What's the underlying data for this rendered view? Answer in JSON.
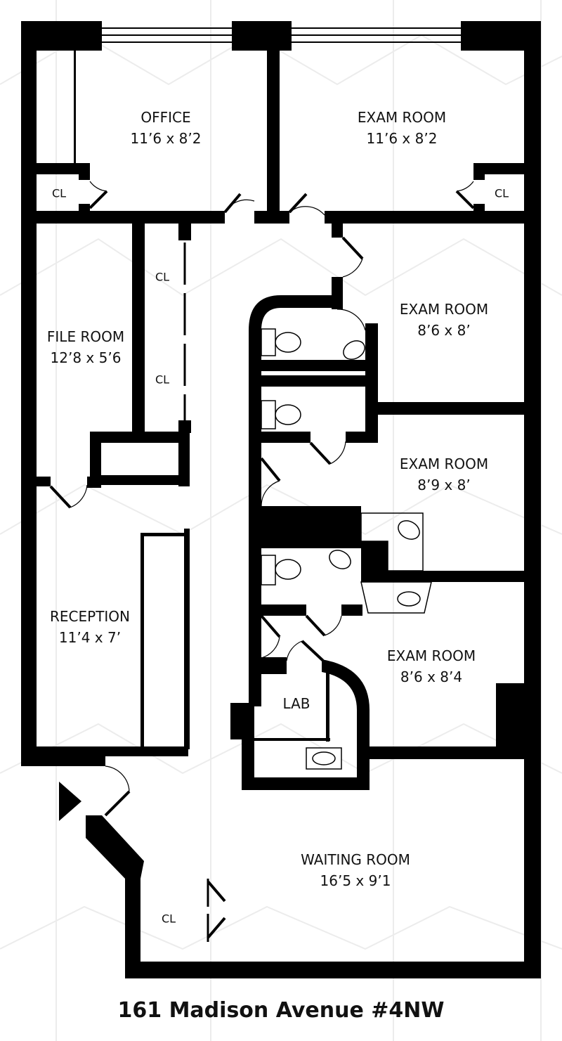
{
  "rooms": {
    "office": {
      "name": "OFFICE",
      "dims": "11’6 x 8’2"
    },
    "exam1": {
      "name": "EXAM ROOM",
      "dims": "11’6 x 8’2"
    },
    "exam2": {
      "name": "EXAM ROOM",
      "dims": "8’6 x 8’"
    },
    "exam3": {
      "name": "EXAM ROOM",
      "dims": "8’9 x 8’"
    },
    "exam4": {
      "name": "EXAM ROOM",
      "dims": "8’6 x 8’4"
    },
    "file_room": {
      "name": "FILE ROOM",
      "dims": "12’8 x 5’6"
    },
    "reception": {
      "name": "RECEPTION",
      "dims": "11’4 x 7’"
    },
    "waiting": {
      "name": "WAITING ROOM",
      "dims": "16’5 x 9’1"
    },
    "lab": {
      "name": "LAB"
    }
  },
  "closets": [
    "CL",
    "CL",
    "CL",
    "CL",
    "CL"
  ],
  "address": "161 Madison Avenue #4NW",
  "colors": {
    "wall": "#000000",
    "background": "#ffffff",
    "pattern": "#eeeeee"
  }
}
